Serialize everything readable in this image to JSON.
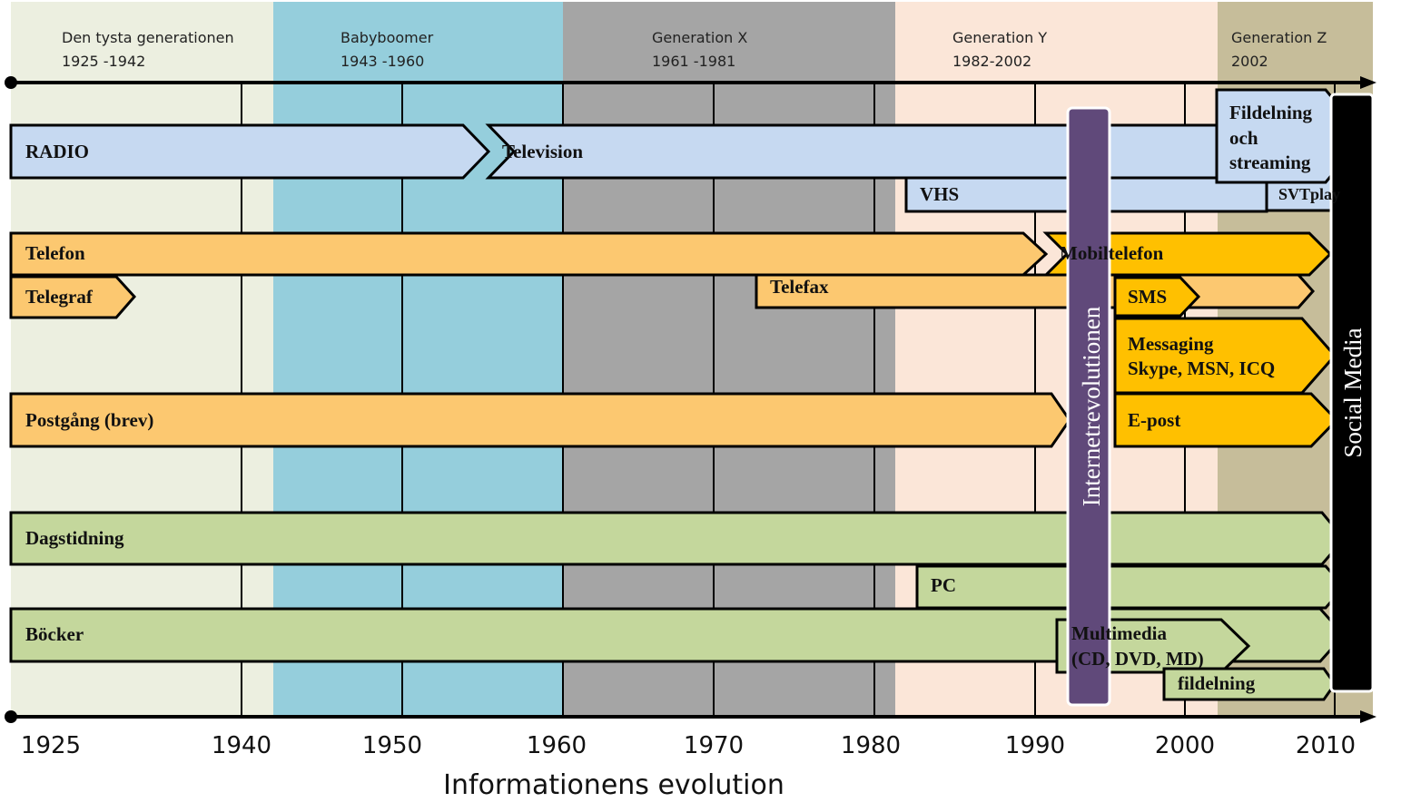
{
  "title": "Informationens evolution",
  "colors": {
    "era_tyst": "#ecefe0",
    "era_boom": "#95cedc",
    "era_x": "#a5a5a5",
    "era_y": "#fbe6d8",
    "era_z": "#c6bd9a",
    "blue_arrow": "#c6d9f1",
    "orange_light": "#fcc870",
    "orange_dark": "#ffc000",
    "green_arrow": "#c4d79c",
    "internet_bar": "#60497a",
    "social_bar": "#000000"
  },
  "generations": [
    {
      "name": "Den tysta generationen",
      "years": "1925 -1942"
    },
    {
      "name": "Babyboomer",
      "years": "1943 -1960"
    },
    {
      "name": "Generation X",
      "years": "1961 -1981"
    },
    {
      "name": "Generation Y",
      "years": "1982-2002"
    },
    {
      "name": "Generation Z",
      "years": "2002"
    }
  ],
  "axis_ticks": [
    "1925",
    "1940",
    "1950",
    "1960",
    "1970",
    "1980",
    "1990",
    "2000",
    "2010"
  ],
  "media": [
    {
      "label": "RADIO"
    },
    {
      "label": "Television"
    },
    {
      "label": "Fildelning och streaming",
      "lines": [
        "Fildelning",
        "och",
        "streaming"
      ]
    },
    {
      "label": "VHS"
    },
    {
      "label": "SVTplay"
    },
    {
      "label": "Telefon"
    },
    {
      "label": "Mobiltelefon"
    },
    {
      "label": "Telegraf"
    },
    {
      "label": "Telefax"
    },
    {
      "label": "SMS"
    },
    {
      "label": "Messaging Skype, MSN, ICQ",
      "lines": [
        "Messaging",
        "Skype, MSN, ICQ"
      ]
    },
    {
      "label": "Postgång (brev)"
    },
    {
      "label": "E-post"
    },
    {
      "label": "Dagstidning"
    },
    {
      "label": "PC"
    },
    {
      "label": "Böcker"
    },
    {
      "label": "Multimedia (CD, DVD, MD)",
      "lines": [
        "Multimedia",
        "(CD, DVD, MD)"
      ]
    },
    {
      "label": "fildelning"
    }
  ],
  "internet_label": "Internetrevolutionen",
  "social_label": "Social Media"
}
